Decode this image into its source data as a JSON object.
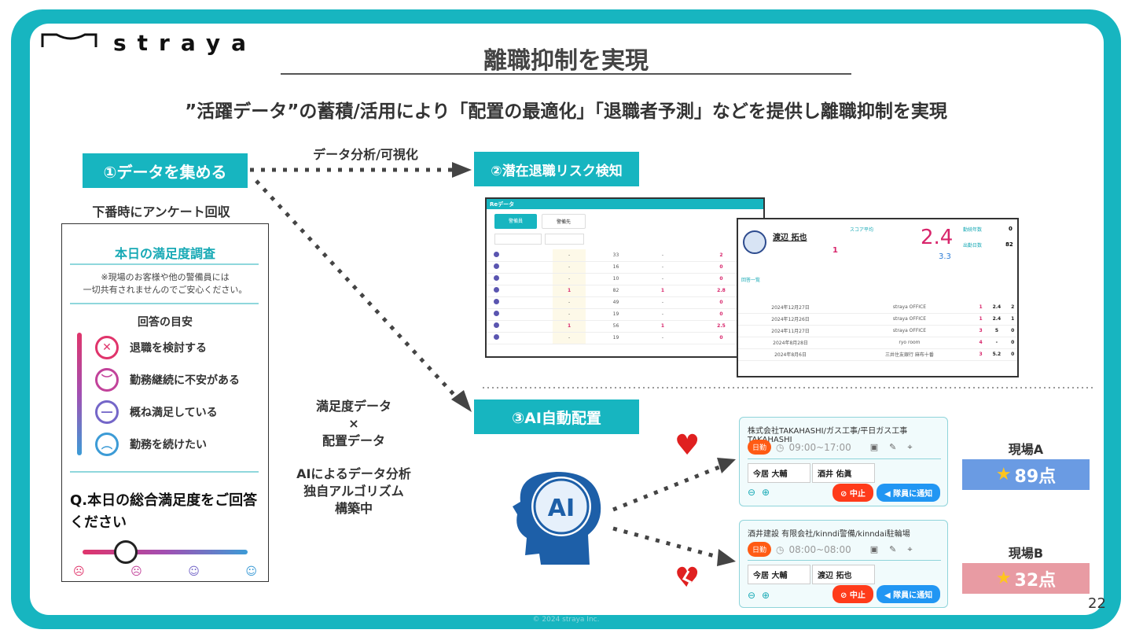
{
  "brand": {
    "logo_text": "straya"
  },
  "slide": {
    "title": "離職抑制を実現",
    "subtitle": "”活躍データ”の蓄積/活用により「配置の最適化」「退職者予測」などを提供し離職抑制を実現",
    "page_number": "22",
    "copyright": "© 2024 straya Inc."
  },
  "steps": {
    "step1": "①データを集める",
    "step2": "②潜在退職リスク検知",
    "step3": "③AI自動配置",
    "arrow_label": "データ分析/可視化"
  },
  "survey": {
    "caption": "下番時にアンケート回収",
    "title": "本日の満足度調査",
    "note_line1": "※現場のお客様や他の警備員には",
    "note_line2": "一切共有されませんのでご安心ください。",
    "guide_title": "回答の目安",
    "options": [
      {
        "label": "退職を検討する",
        "color": "#e0346b"
      },
      {
        "label": "勤務継続に不安がある",
        "color": "#c2429a"
      },
      {
        "label": "概ね満足している",
        "color": "#7466c8"
      },
      {
        "label": "勤務を続けたい",
        "color": "#3c9bd6"
      }
    ],
    "question": "Q.本日の総合満足度をご回答ください"
  },
  "center_notes": {
    "line1": "満足度データ",
    "line2": "×",
    "line3": "配置データ",
    "line4": "AIによるデータ分析",
    "line5": "独自アルゴリズム",
    "line6": "構築中"
  },
  "dashboard": {
    "app_title": "Reデータ",
    "tab1": "警備員",
    "tab2": "警備先",
    "rows": [
      [
        "-",
        "33",
        "-",
        "2"
      ],
      [
        "-",
        "16",
        "-",
        "0"
      ],
      [
        "-",
        "10",
        "-",
        "0"
      ],
      [
        "1",
        "82",
        "1",
        "2.8"
      ],
      [
        "-",
        "49",
        "-",
        "0"
      ],
      [
        "-",
        "19",
        "-",
        "0"
      ],
      [
        "1",
        "56",
        "1",
        "2.5"
      ],
      [
        "-",
        "19",
        "-",
        "0"
      ]
    ]
  },
  "profile": {
    "name": "渡辺 拓也",
    "score_label": "スコア平均",
    "score": "2.4",
    "sub_score": "3.3",
    "count1": "1",
    "stat1_label": "勤続年数",
    "stat1_value": "0",
    "stat2_label": "出勤日数",
    "stat2_value": "82",
    "section": "回答一覧",
    "rows": [
      [
        "2024年12月27日",
        "straya OFFICE",
        "1",
        "2.4",
        "2"
      ],
      [
        "2024年12月26日",
        "straya OFFICE",
        "1",
        "2.4",
        "1"
      ],
      [
        "2024年11月27日",
        "straya OFFICE",
        "3",
        "5",
        "0"
      ],
      [
        "2024年8月28日",
        "ryo room",
        "4",
        "-",
        "0"
      ],
      [
        "2024年8月6日",
        "三井住友銀行 麻布十番",
        "3",
        "5.2",
        "0"
      ]
    ]
  },
  "cards": [
    {
      "title": "株式会社TAKAHASHI/ガス工事/平日ガス工事 TAKAHASHI",
      "chip": "日勤",
      "time": "09:00~17:00",
      "name1": "今居 大輔",
      "name2": "酒井 佑眞",
      "stop": "中止",
      "notify": "隊員に通知"
    },
    {
      "title": "酒井建設 有限会社/kinndi警備/kinndai駐輪場",
      "chip": "日勤",
      "time": "08:00~08:00",
      "name1": "今居 大輔",
      "name2": "渡辺 拓也",
      "stop": "中止",
      "notify": "隊員に通知"
    }
  ],
  "sites": [
    {
      "label": "現場A",
      "score": "89点",
      "color": "#6a9be3"
    },
    {
      "label": "現場B",
      "score": "32点",
      "color": "#e89ba3"
    }
  ],
  "colors": {
    "teal": "#17b5c0",
    "heart": "#e02020",
    "arrow": "#444444"
  }
}
